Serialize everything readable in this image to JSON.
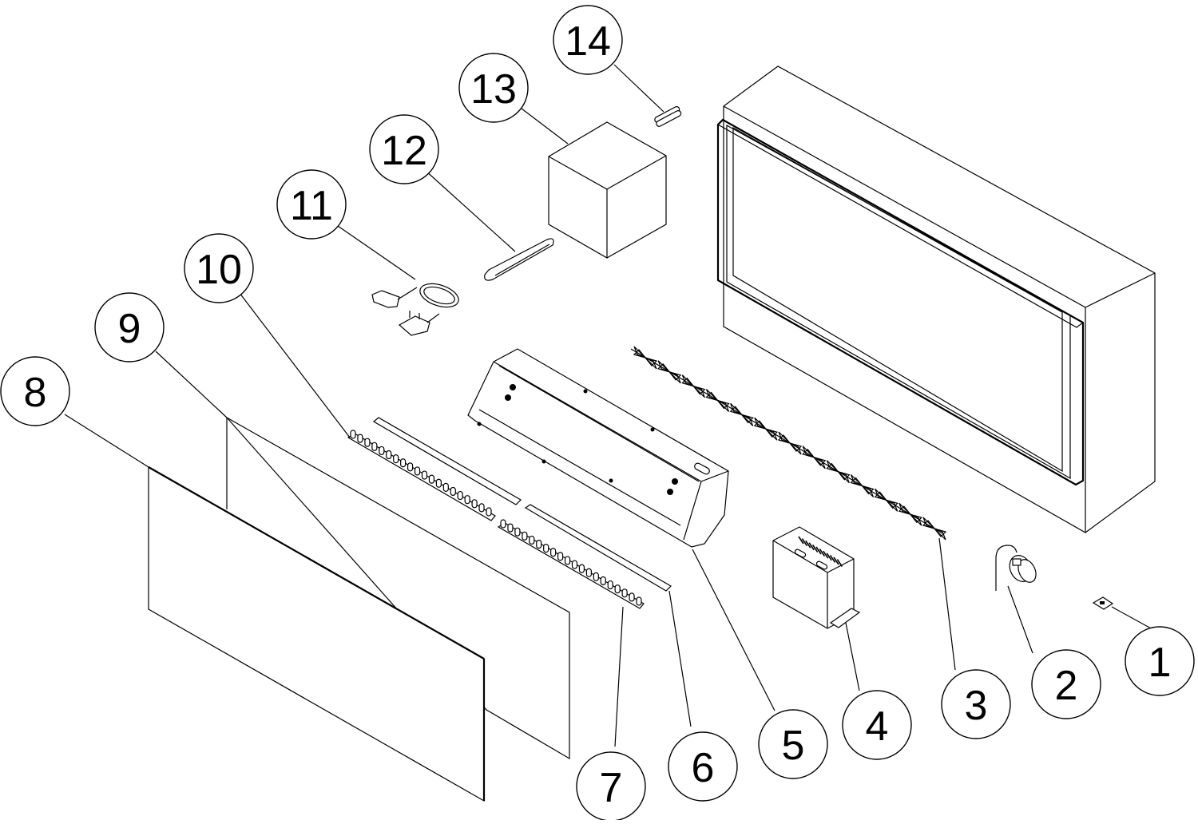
{
  "diagram": {
    "type": "exploded-parts-view",
    "colors": {
      "line": "#000000",
      "background": "#ffffff"
    },
    "callouts": [
      {
        "number": "1",
        "part": "small-switch-board"
      },
      {
        "number": "2",
        "part": "motor-with-cable"
      },
      {
        "number": "3",
        "part": "flame-effect-spinner-rod"
      },
      {
        "number": "4",
        "part": "control-box"
      },
      {
        "number": "5",
        "part": "inner-housing-bracket"
      },
      {
        "number": "6",
        "part": "led-strip-rear"
      },
      {
        "number": "7",
        "part": "led-strip-front"
      },
      {
        "number": "8",
        "part": "front-glass-panel"
      },
      {
        "number": "9",
        "part": "rear-glass-panel"
      },
      {
        "number": "10",
        "part": "led-strip-upper"
      },
      {
        "number": "11",
        "part": "power-cord-with-plug"
      },
      {
        "number": "12",
        "part": "remote-control"
      },
      {
        "number": "13",
        "part": "packaging-box"
      },
      {
        "number": "14",
        "part": "battery"
      }
    ]
  }
}
